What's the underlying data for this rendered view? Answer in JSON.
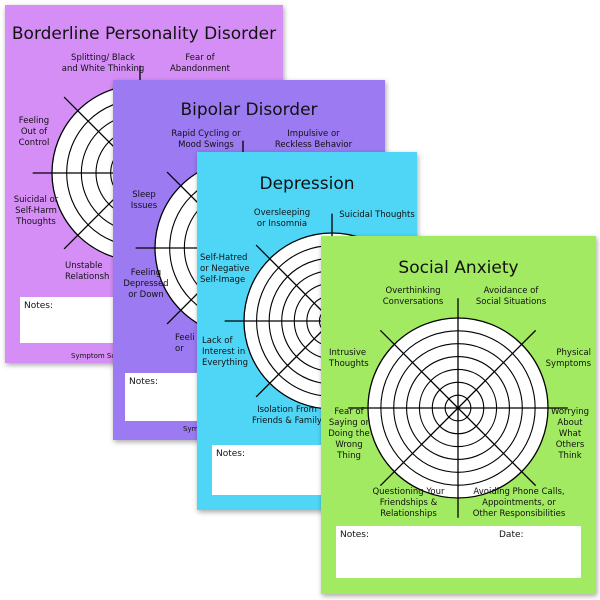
{
  "colors": {
    "bpd": "#d68ef7",
    "bipolar": "#9b7af2",
    "depression": "#4fd6f7",
    "social": "#a2ea62"
  },
  "bpd": {
    "title": "Borderline Personality Disorder",
    "labels": {
      "splitting": "Splitting/ Black\nand White Thinking",
      "abandonment": "Fear of\nAbandonment",
      "out_of_control": "Feeling\nOut of\nControl",
      "suicidal": "Suicidal or\nSelf-Harm\nThoughts",
      "relationships": "Unstable\nRelationsh"
    },
    "notes_label": "Notes:",
    "footer": "Symptom So"
  },
  "bipolar": {
    "title": "Bipolar Disorder",
    "labels": {
      "rapid_cycling": "Rapid Cycling or\nMood Swings",
      "impulsive": "Impulsive or\nReckless Behavior",
      "sleep": "Sleep\nIssues",
      "depressed": "Feeling\nDepressed\nor Down",
      "feeling_partial": "Feeli\nor"
    },
    "notes_label": "Notes:",
    "footer": "Sym"
  },
  "depression": {
    "title": "Depression",
    "labels": {
      "oversleeping": "Oversleeping\nor Insomnia",
      "suicidal": "Suicidal Thoughts",
      "self_hatred": "Self-Hatred\nor Negative\nSelf-Image",
      "lack_interest": "Lack of\nInterest in\nEverything",
      "isolation": "Isolation From\nFriends & Family"
    },
    "notes_label": "Notes:"
  },
  "social": {
    "title": "Social Anxiety",
    "labels": {
      "overthinking": "Overthinking\nConversations",
      "avoidance": "Avoidance of\nSocial Situations",
      "intrusive": "Intrusive\nThoughts",
      "physical": "Physical\nSymptoms",
      "fear_wrong": "Fear of\nSaying or\nDoing the\nWrong\nThing",
      "worrying": "Worrying\nAbout\nWhat\nOthers\nThink",
      "questioning": "Questioning Your\nFriendships &\nRelationships",
      "avoiding_calls": "Avoiding Phone Calls,\nAppointments, or\nOther Responsibilities"
    },
    "notes_label": "Notes:",
    "date_label": "Date:"
  }
}
